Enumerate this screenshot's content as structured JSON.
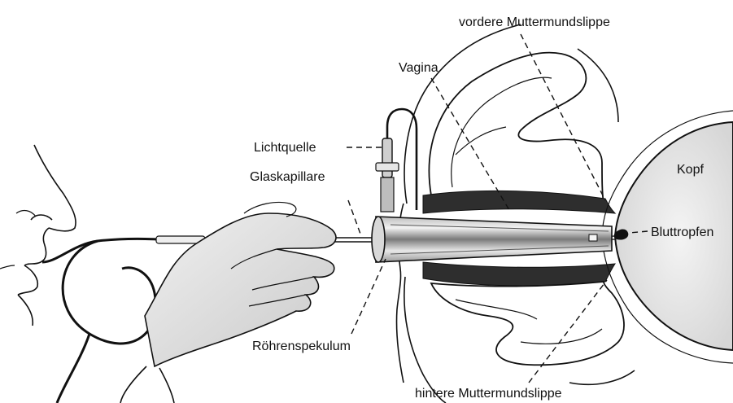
{
  "labels": {
    "vordere": "vordere Muttermundslippe",
    "vagina": "Vagina",
    "lichtquelle": "Lichtquelle",
    "glaskapillare": "Glaskapillare",
    "kopf": "Kopf",
    "bluttropfen": "Bluttropfen",
    "roehrenspekulum": "Röhrenspekulum",
    "hintere": "hintere Muttermundslippe"
  },
  "colors": {
    "ink": "#111111",
    "background": "#ffffff",
    "shade_dark": "#333333",
    "shade_mid": "#9a9a9a",
    "shade_light": "#dcdcdc"
  }
}
